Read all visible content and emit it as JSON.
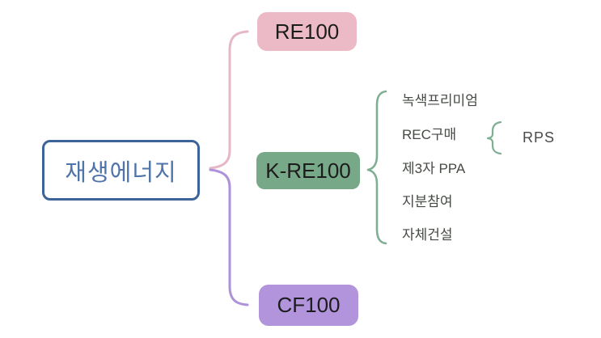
{
  "diagram": {
    "root_label": "재생에너지",
    "branches": [
      {
        "label": "RE100",
        "color": "#ecbac6"
      },
      {
        "label": "K-RE100",
        "color": "#77a887"
      },
      {
        "label": "CF100",
        "color": "#b294dc"
      }
    ],
    "kre100_children": [
      {
        "label": "녹색프리미엄"
      },
      {
        "label": "REC구매"
      },
      {
        "label": "제3자 PPA"
      },
      {
        "label": "지분참여"
      },
      {
        "label": "자체건설"
      }
    ],
    "rps_label": "RPS",
    "colors": {
      "root_border": "#3c6498",
      "root_text": "#4f74aa",
      "brace_pink": "#e6b8c6",
      "brace_purple": "#ad92d9",
      "brace_green": "#7fae93",
      "leaf_text": "#464a44"
    }
  }
}
